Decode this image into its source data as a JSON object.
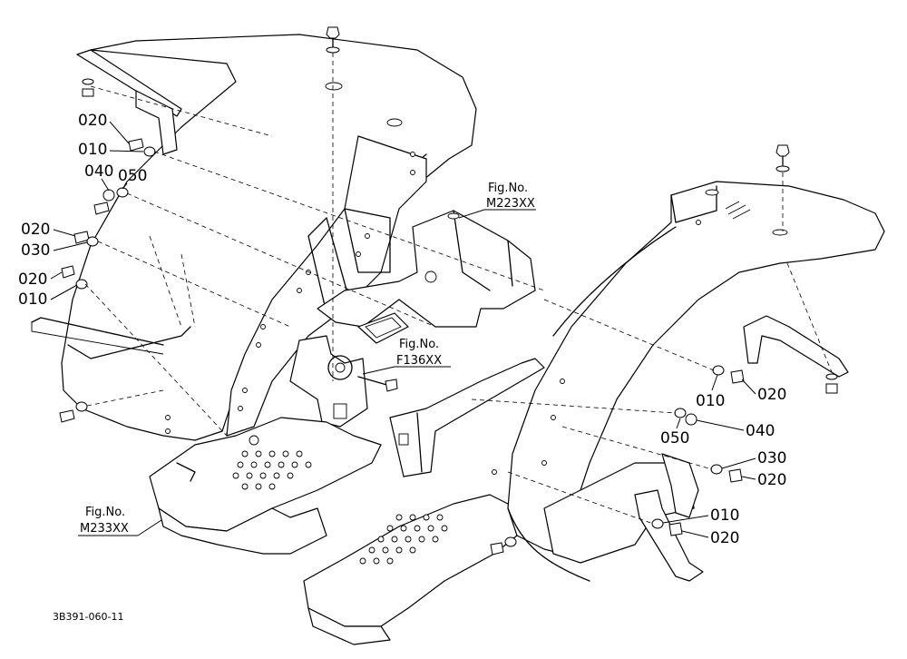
{
  "callouts_left": [
    "020",
    "010",
    "040",
    "050",
    "020",
    "030",
    "020",
    "010"
  ],
  "callouts_right": [
    "010",
    "020",
    "040",
    "050",
    "030",
    "020",
    "010",
    "020"
  ],
  "figure_refs": [
    {
      "line1": "Fig.No.",
      "line2": "M223XX"
    },
    {
      "line1": "Fig.No.",
      "line2": "F136XX"
    },
    {
      "line1": "Fig.No.",
      "line2": "M233XX"
    }
  ],
  "drawing_code": "3B391-060-11"
}
